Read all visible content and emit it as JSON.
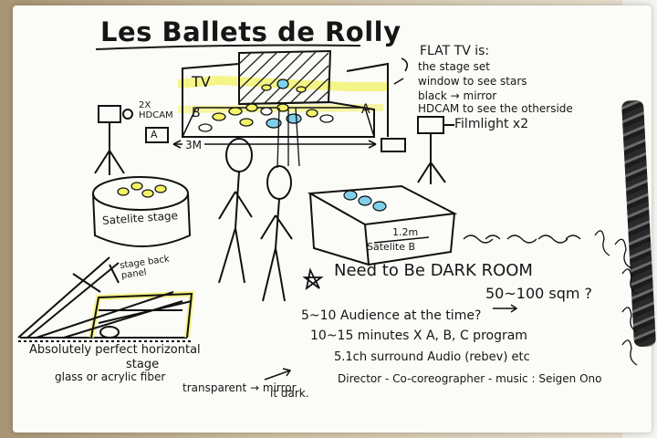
{
  "title": "Les Ballets de Rolly",
  "stage_labels": {
    "tv": "TV",
    "stage_b": "B",
    "stage_a": "A",
    "distance": "3M",
    "hdcam_left": "2X HDCAM",
    "hdcam_letter": "A",
    "satellite_stage": "Satelite stage",
    "satellite_b": "Satelite B",
    "satellite_b_size": "1.2m",
    "stage_back_panel": "stage back panel"
  },
  "flat_tv_notes": [
    "FLAT TV is:",
    "the stage set",
    "window to see stars",
    "black → mirror",
    "HDCAM to see the otherside"
  ],
  "filmlight": "Filmlight x2",
  "requirements": [
    "Need to Be DARK ROOM",
    "50~100 sqm ?",
    "5~10 Audience at the time?",
    "10~15 minutes X A, B, C program",
    "5.1ch surround Audio (rebev) etc",
    "Director - Co-coreographer - music : Seigen Ono"
  ],
  "horizontal_notes": [
    "Absolutely perfect horizontal",
    "stage",
    "glass or acrylic fiber",
    "transparent → mirror",
    "it dark."
  ],
  "colors": {
    "ink": "#161616",
    "highlighter": "#f4f36a",
    "highlighter_blue": "#7fd0ea",
    "paper": "#fbfbf8"
  }
}
